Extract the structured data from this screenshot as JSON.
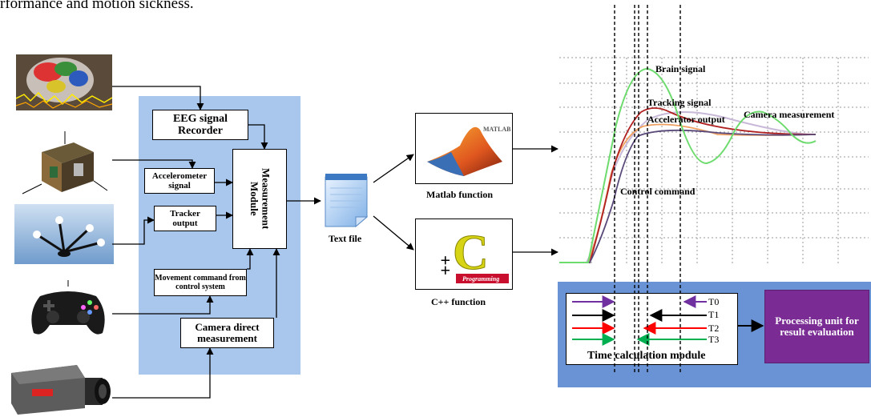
{
  "top_text": "rformance and motion sickness.",
  "modules": {
    "eeg": "EEG signal Recorder",
    "accel": "Accelerometer signal",
    "tracker": "Tracker output",
    "measurement": "Measurement Module",
    "movement": "Movement command from control system",
    "camera": "Camera direct measurement"
  },
  "text_file": "Text file",
  "matlab": {
    "label": "Matlab function",
    "logo": "MATLAB"
  },
  "cpp": {
    "label": "C++ function",
    "logo_c": "C",
    "logo_pp": "++",
    "logo_sub": "Programming"
  },
  "chart_labels": {
    "brain": "Brain signal",
    "tracking": "Tracking signal",
    "accelerator": "Accelerator output",
    "camera": "Camera measurement",
    "control": "Control command"
  },
  "timing": {
    "t0": "T0",
    "t1": "T1",
    "t2": "T2",
    "t3": "T3",
    "module_label": "Time calculation module",
    "processing": "Processing unit for result evaluation"
  },
  "colors": {
    "panel": "#a9c6ec",
    "timing_bg": "#6a93d6",
    "processing": "#7a2c94",
    "purple": "#7030a0",
    "black": "#000000",
    "red": "#ff0000",
    "green": "#00b050"
  }
}
